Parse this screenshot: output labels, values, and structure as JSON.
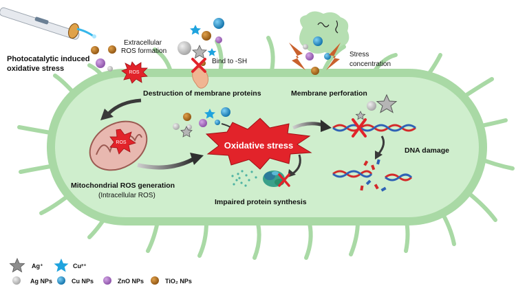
{
  "labels": {
    "photocatalytic_line1": "Photocatalytic induced",
    "photocatalytic_line2": "oxidative stress",
    "extracellular_line1": "Extracellular",
    "extracellular_line2": "ROS formation",
    "bind_sh": "Bind to -SH",
    "stress_line1": "Stress",
    "stress_line2": "concentration",
    "membrane_proteins": "Destruction of membrane proteins",
    "membrane_perforation": "Membrane perforation",
    "oxidative_stress": "Oxidative stress",
    "dna_damage": "DNA damage",
    "mito_ros": "Mitochondrial ROS generation",
    "intracellular_ros": "(Intracellular ROS)",
    "protein_synthesis": "Impaired protein synthesis",
    "ros_badge": "ROS"
  },
  "legend": {
    "ions": [
      {
        "label": "Ag⁺",
        "icon": "star-icon",
        "color": "#8e8e8e"
      },
      {
        "label": "Cu²⁺",
        "icon": "star-icon",
        "color": "#1fa3de"
      }
    ],
    "nps": [
      {
        "label": "Ag NPs",
        "color": "#c9c9c9"
      },
      {
        "label": "Cu NPs",
        "color": "#1d95cf"
      },
      {
        "label": "ZnO NPs",
        "color": "#a56fbe"
      },
      {
        "label": "TiO₂ NPs",
        "color": "#b5701a"
      }
    ]
  },
  "colors": {
    "cell_outer": "#a9d9a5",
    "cell_inner": "#cfeecd",
    "flagella": "#a9d9a5",
    "burst": "#e2232a",
    "dna_red": "#d42a2a",
    "dna_blue": "#2f62b5",
    "arrow": "#3a3a3a"
  }
}
